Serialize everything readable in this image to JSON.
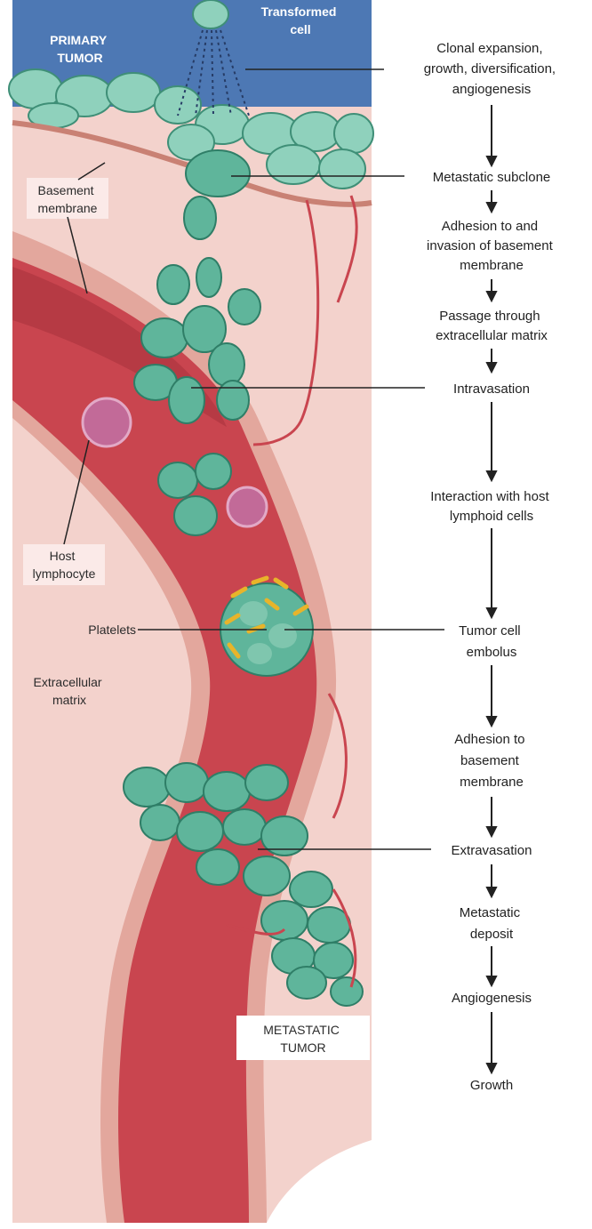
{
  "colors": {
    "tissue": "#f3d2cc",
    "vessel": "#c9454f",
    "vessel_dark": "#9f2c37",
    "vessel_wall": "#e3a79d",
    "tumor_cell": "#5fb59b",
    "tumor_cell_dark": "#2f7e67",
    "blue_top": "#4d78b4",
    "lymphocyte": "#c26a98",
    "platelet": "#e8b42a",
    "arrow": "#222222"
  },
  "labels": {
    "primary_tumor": [
      "PRIMARY",
      "TUMOR"
    ],
    "transformed_cell": [
      "Transformed",
      "cell"
    ],
    "basement_membrane": [
      "Basement",
      "membrane"
    ],
    "host_lymphocyte": [
      "Host",
      "lymphocyte"
    ],
    "platelets": [
      "Platelets"
    ],
    "extracellular_matrix": [
      "Extracellular",
      "matrix"
    ],
    "metastatic_tumor": [
      "METASTATIC",
      "TUMOR"
    ]
  },
  "steps": [
    {
      "id": "clonal-expansion",
      "lines": [
        "Clonal expansion,",
        "growth, diversification,",
        "angiogenesis"
      ]
    },
    {
      "id": "metastatic-subclone",
      "lines": [
        "Metastatic subclone"
      ]
    },
    {
      "id": "adhesion-invasion",
      "lines": [
        "Adhesion to and",
        "invasion of basement",
        "membrane"
      ]
    },
    {
      "id": "passage-ecm",
      "lines": [
        "Passage through",
        "extracellular matrix"
      ]
    },
    {
      "id": "intravasation",
      "lines": [
        "Intravasation"
      ]
    },
    {
      "id": "interaction-lymphoid",
      "lines": [
        "Interaction with host",
        "lymphoid cells"
      ]
    },
    {
      "id": "tumor-cell-embolus",
      "lines": [
        "Tumor cell",
        "embolus"
      ]
    },
    {
      "id": "adhesion-basement",
      "lines": [
        "Adhesion to",
        "basement",
        "membrane"
      ]
    },
    {
      "id": "extravasation",
      "lines": [
        "Extravasation"
      ]
    },
    {
      "id": "metastatic-deposit",
      "lines": [
        "Metastatic",
        "deposit"
      ]
    },
    {
      "id": "angiogenesis",
      "lines": [
        "Angiogenesis"
      ]
    },
    {
      "id": "growth",
      "lines": [
        "Growth"
      ]
    }
  ]
}
